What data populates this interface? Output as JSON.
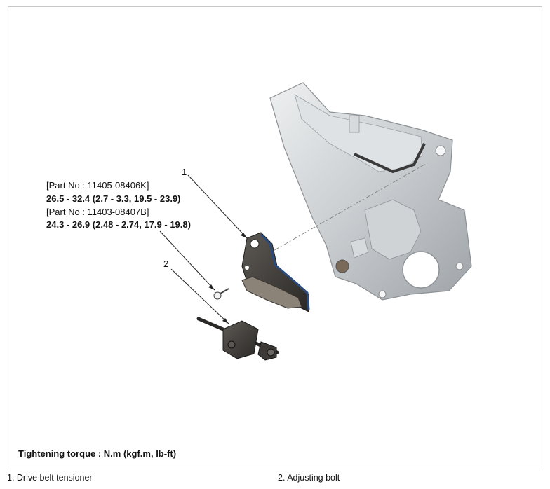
{
  "callouts": {
    "part_no_1": "[Part No : 11405-08406K]",
    "torque_1": "26.5 - 32.4 (2.7 - 3.3, 19.5 - 23.9)",
    "part_no_2": "[Part No : 11403-08407B]",
    "torque_2": "24.3 - 26.9 (2.48 - 2.74, 17.9 - 19.8)"
  },
  "numbers": {
    "n1": "1",
    "n2": "2"
  },
  "torque_note": "Tightening torque : N.m (kgf.m, lb-ft)",
  "legend": [
    {
      "label": "1. Drive belt tensioner"
    },
    {
      "label": "2. Adjusting bolt"
    }
  ]
}
